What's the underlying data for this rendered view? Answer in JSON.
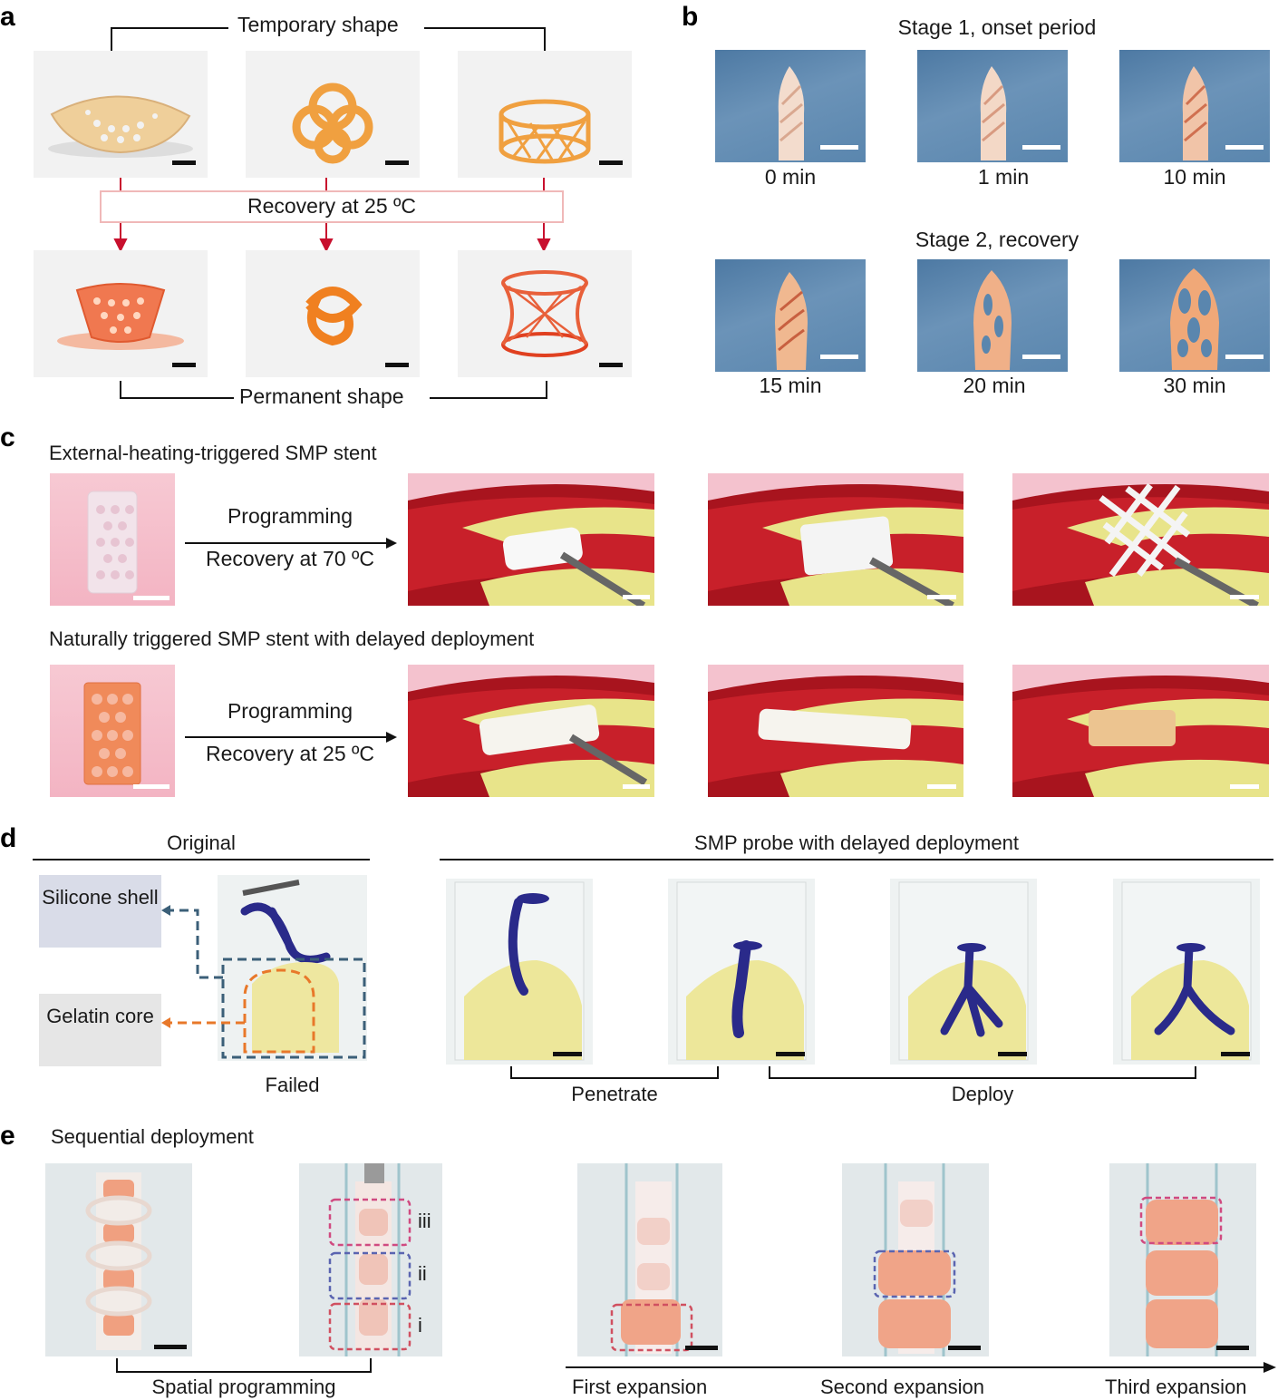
{
  "panels": {
    "a": {
      "label": "a",
      "temporary": "Temporary shape",
      "recovery": "Recovery at 25 ºC",
      "permanent": "Permanent shape"
    },
    "b": {
      "label": "b",
      "stage1": "Stage 1, onset period",
      "stage2": "Stage 2, recovery",
      "times": [
        "0 min",
        "1 min",
        "10 min",
        "15 min",
        "20 min",
        "30 min"
      ]
    },
    "c": {
      "label": "c",
      "row1_title": "External-heating-triggered SMP stent",
      "row2_title": "Naturally triggered SMP stent with delayed deployment",
      "programming": "Programming",
      "recovery70": "Recovery at 70 ºC",
      "recovery25": "Recovery at 25 ºC"
    },
    "d": {
      "label": "d",
      "original": "Original",
      "probe_title": "SMP probe with delayed deployment",
      "silicone": "Silicone shell",
      "gelatin": "Gelatin core",
      "failed": "Failed",
      "penetrate": "Penetrate",
      "deploy": "Deploy"
    },
    "e": {
      "label": "e",
      "title": "Sequential deployment",
      "spatial": "Spatial programming",
      "roman": [
        "iii",
        "ii",
        "i"
      ],
      "first": "First expansion",
      "second": "Second expansion",
      "third": "Third expansion"
    }
  },
  "colors": {
    "arrow_red": "#c8102e",
    "box_pink": "#f0b8b8",
    "blue_dash": "#3b5f78",
    "orange_dash": "#e8782a",
    "silicone_bg": "#d9dce8",
    "gelatin_bg": "#e6e6e6",
    "probe_blue": "#2a2a8a"
  }
}
